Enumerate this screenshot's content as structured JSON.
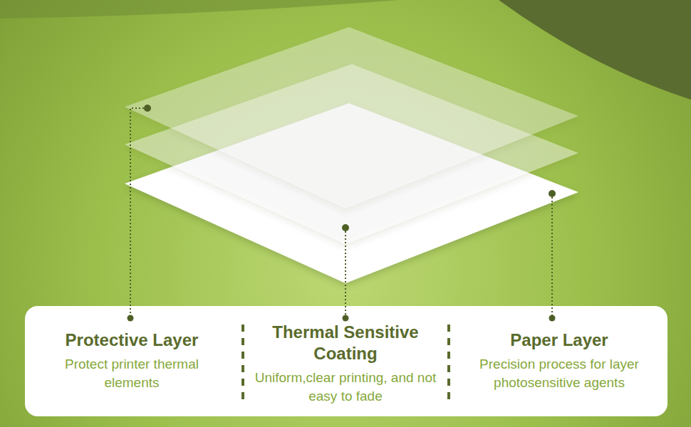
{
  "diagram": {
    "nodes": [
      {
        "text": [
          "Protective Layer",
          "Protect printer thermal elements"
        ]
      },
      {
        "text": [
          "Thermal Sensitive Coating",
          "Uniform,clear printing, and not easy to fade"
        ]
      },
      {
        "text": [
          "Paper Layer",
          "Precision process for layer photosensitive agents"
        ]
      }
    ]
  }
}
